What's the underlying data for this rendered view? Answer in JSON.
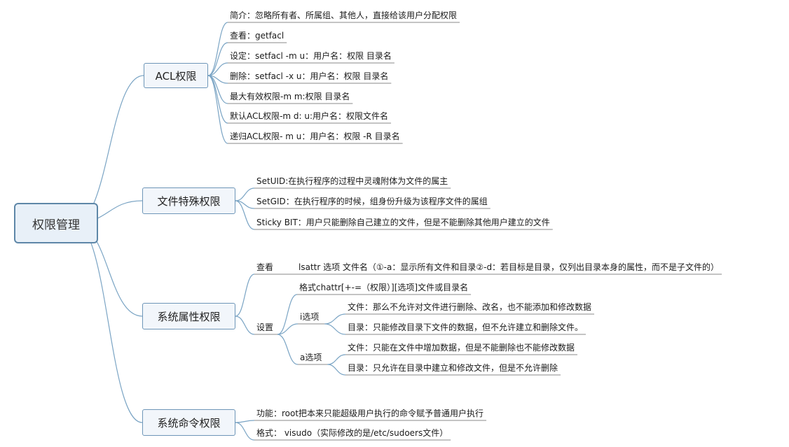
{
  "root": {
    "label": "权限管理"
  },
  "branches": [
    {
      "label": "ACL权限",
      "items": [
        "简介：忽略所有者、所属组、其他人，直接给该用户分配权限",
        "查看：getfacl",
        "设定：setfacl -m u：用户名：权限   目录名",
        "删除：setfacl -x u：用户名：权限   目录名",
        "最大有效权限-m m:权限 目录名",
        "默认ACL权限-m d: u:用户名：权限文件名",
        "递归ACL权限- m u：用户名：权限 -R 目录名"
      ]
    },
    {
      "label": "文件特殊权限",
      "items": [
        "SetUID:在执行程序的过程中灵魂附体为文件的属主",
        "SetGID：在执行程序的时候，组身份升级为该程序文件的属组",
        "Sticky BIT：用户只能删除自己建立的文件，但是不能删除其他用户建立的文件"
      ]
    },
    {
      "label": "系统属性权限",
      "view": {
        "label": "查看",
        "text": "lsattr 选项 文件名（①-a：显示所有文件和目录②-d：若目标是目录，仅列出目录本身的属性，而不是子文件的）"
      },
      "settings": {
        "label": "设置",
        "format": "格式chattr[+-=（权限）][选项]文件或目录名",
        "i_option": {
          "label": "i选项",
          "file": "文件：那么不允许对文件进行删除、改名，也不能添加和修改数据",
          "dir": "目录：只能修改目录下文件的数据，但不允许建立和删除文件。"
        },
        "a_option": {
          "label": "a选项",
          "file": "文件：只能在文件中增加数据，但是不能删除也不能修改数据",
          "dir": "目录：只允许在目录中建立和修改文件，但是不允许删除"
        }
      }
    },
    {
      "label": "系统命令权限",
      "items": [
        "功能：root把本来只能超级用户执行的命令赋予普通用户执行",
        "格式： visudo（实际修改的是/etc/sudoers文件）"
      ]
    }
  ],
  "colors": {
    "connector": "#7aa4c4",
    "underline": "#8a8a8a",
    "root_border": "#5e87a8",
    "root_fill": "#e8f0f8",
    "branch_border": "#6e96b8",
    "branch_fill": "#f2f6fb"
  }
}
